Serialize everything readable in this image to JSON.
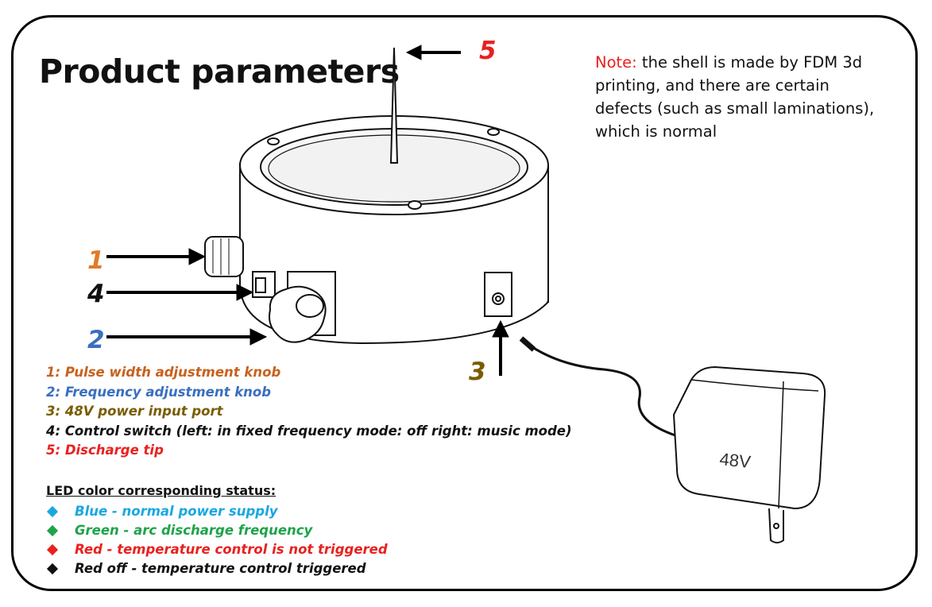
{
  "title": "Product parameters",
  "note": {
    "label": "Note:",
    "text": " the shell is made by FDM 3d printing, and there are certain defects (such as small laminations), which is normal"
  },
  "callouts": [
    {
      "num": "5",
      "color": "#e8211f"
    },
    {
      "num": "1",
      "color": "#e07b2a"
    },
    {
      "num": "4",
      "color": "#111111"
    },
    {
      "num": "2",
      "color": "#3a6fc0"
    },
    {
      "num": "3",
      "color": "#7a5c00"
    }
  ],
  "legend": [
    {
      "text": "1: Pulse width adjustment knob",
      "color": "#c8611e"
    },
    {
      "text": "2: Frequency adjustment knob",
      "color": "#3a6fc0"
    },
    {
      "text": "3: 48V power input port",
      "color": "#7a5c00"
    },
    {
      "text": "4: Control switch (left: in fixed frequency mode: off right: music mode)",
      "color": "#111111"
    },
    {
      "text": "5: Discharge tip",
      "color": "#e8211f"
    }
  ],
  "led": {
    "title": "LED color corresponding status:",
    "items": [
      {
        "text": "Blue - normal power supply",
        "color": "#1aa7e0",
        "marker": "#1aa7e0"
      },
      {
        "text": "Green - arc discharge frequency",
        "color": "#1fa34a",
        "marker": "#1fa34a"
      },
      {
        "text": "Red - temperature control is not triggered",
        "color": "#e8211f",
        "marker": "#e8211f"
      },
      {
        "text": "Red off - temperature control triggered",
        "color": "#111111",
        "marker": "#111111"
      }
    ]
  },
  "adapter_label": "48V"
}
